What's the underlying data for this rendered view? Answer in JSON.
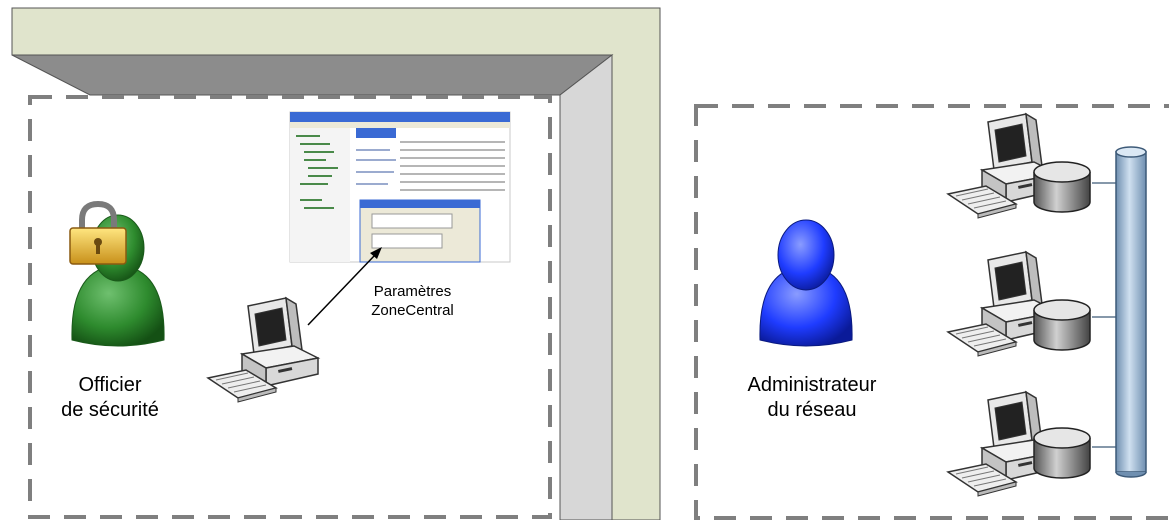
{
  "officer": {
    "line1": "Officier",
    "line2": "de sécurité"
  },
  "admin": {
    "line1": "Administrateur",
    "line2": "du réseau"
  },
  "params": {
    "line1": "Paramètres",
    "line2": "ZoneCentral"
  },
  "colors": {
    "wall_top": "#e0e4cc",
    "wall_shadow": "#8c8c8c",
    "wall_side": "#d7d7d7",
    "dash": "#7f7f7f",
    "officer_person": "#2e8b2e",
    "admin_person": "#1f3cff",
    "network_bus": "#9fbad3"
  },
  "icons": {
    "officer": "person-icon",
    "lock": "padlock-icon",
    "officer_workstation": "computer-icon",
    "servers": "server-icon",
    "bus": "network-bus-icon"
  }
}
